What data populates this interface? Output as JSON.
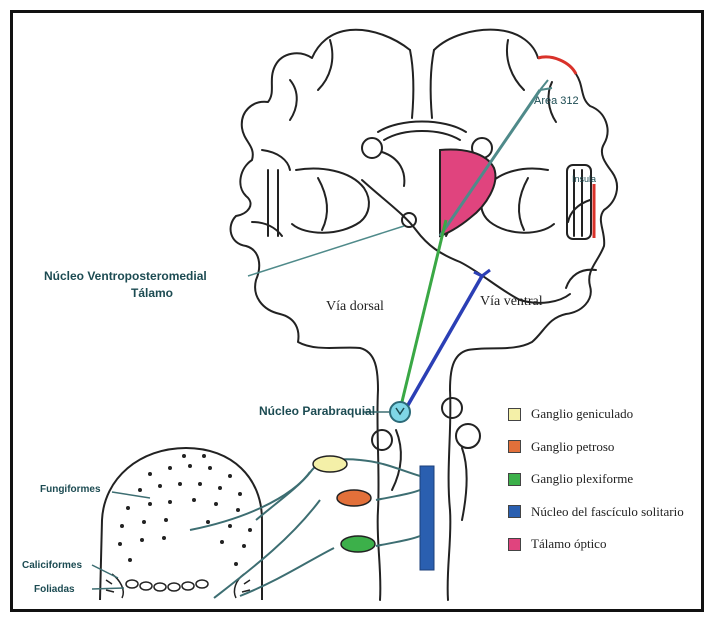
{
  "labels": {
    "area": "Area 312",
    "insula": "Insula",
    "nucleo_vpm_line1": "Núcleo Ventroposteromedial",
    "nucleo_vpm_line2": "Tálamo",
    "via_dorsal": "Vía dorsal",
    "via_ventral": "Vía ventral",
    "nucleo_parabraquial": "Núcleo Parabraquial",
    "fungiformes": "Fungiformes",
    "caliciformes": "Caliciformes",
    "foliadas": "Foliadas"
  },
  "legend": [
    {
      "label": "Ganglio geniculado",
      "color": "#f4f0a8"
    },
    {
      "label": "Ganglio petroso",
      "color": "#e2703a"
    },
    {
      "label": "Ganglio plexiforme",
      "color": "#3cb04a"
    },
    {
      "label": "Núcleo del fascículo solitario",
      "color": "#2a5fb0"
    },
    {
      "label": "Tálamo óptico",
      "color": "#e0447e"
    }
  ],
  "colors": {
    "outline": "#222222",
    "teal_path": "#4f8a8a",
    "green_path": "#3aa845",
    "blue_path": "#2b3fb5",
    "red_cortex": "#d9322a",
    "thalamus": "#e0447e",
    "parabrachial": "#7fd6e6",
    "solitary_nucleus": "#2a5fb0"
  }
}
